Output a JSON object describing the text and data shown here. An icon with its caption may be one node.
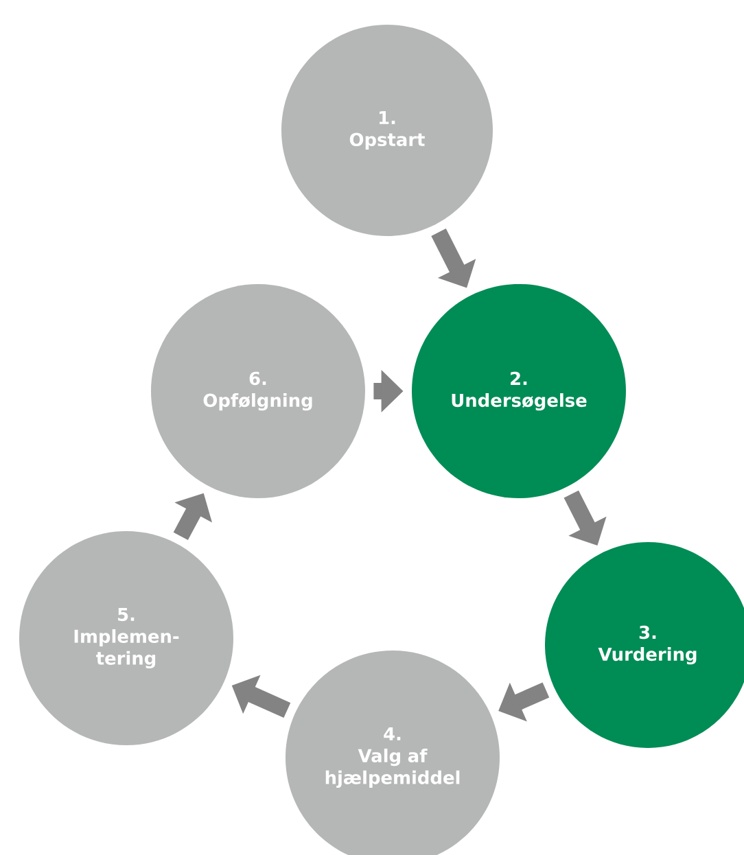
{
  "diagram": {
    "nodes": [
      {
        "text": [
          "1.",
          "Opstart"
        ]
      },
      {
        "text": [
          "2.",
          "Undersøgelse"
        ]
      },
      {
        "text": [
          "3.",
          "Vurdering"
        ]
      },
      {
        "text": [
          "4.",
          "Valg af hjælpemiddel"
        ]
      },
      {
        "text": [
          "5.",
          "Implemen- tering"
        ]
      },
      {
        "text": [
          "6.",
          "Opfølgning"
        ]
      }
    ],
    "edges": [
      {
        "from": 0,
        "to": 1,
        "arrow": "to"
      },
      {
        "from": 1,
        "to": 2,
        "arrow": "to"
      },
      {
        "from": 2,
        "to": 3,
        "arrow": "to"
      },
      {
        "from": 3,
        "to": 4,
        "arrow": "to"
      },
      {
        "from": 4,
        "to": 5,
        "arrow": "to"
      },
      {
        "from": 5,
        "to": 1,
        "arrow": "to"
      }
    ]
  }
}
